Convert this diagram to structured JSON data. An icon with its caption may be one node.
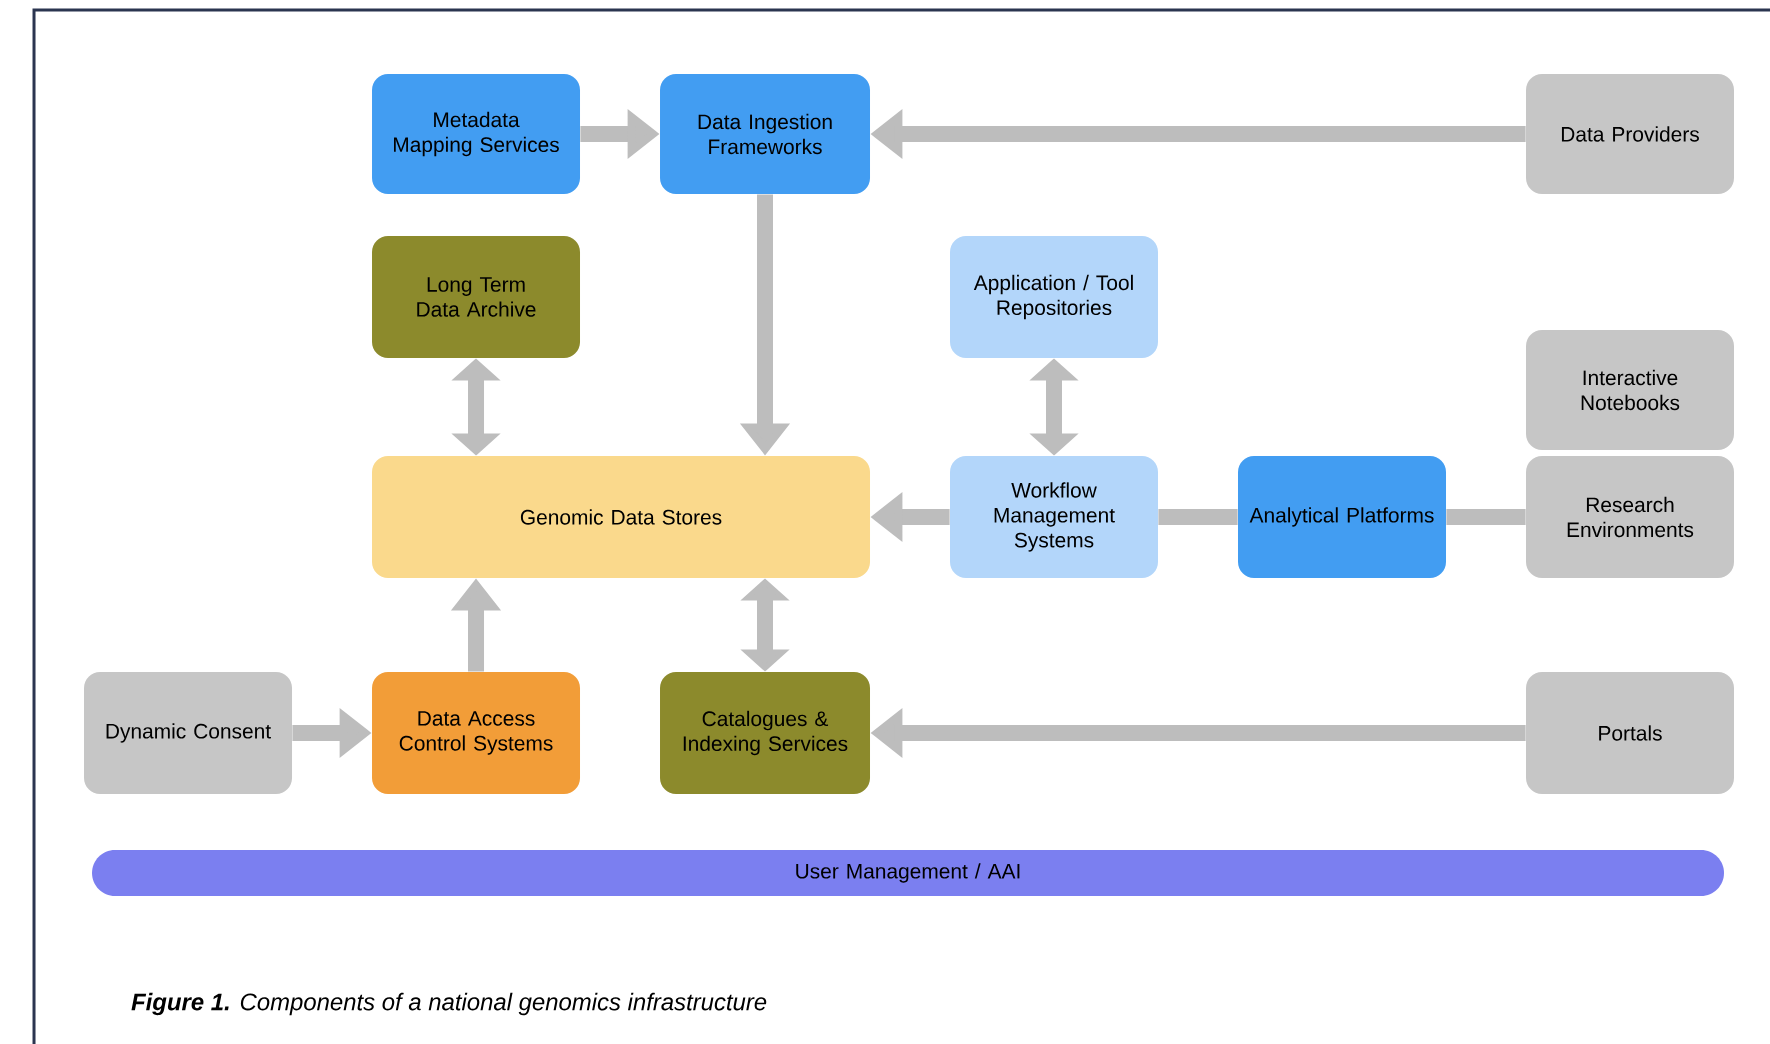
{
  "diagram": {
    "caption": "**Figure 1.** Components of a national genomics infrastructure",
    "nodes": [
      {
        "text": [
          "Metadata Mapping Services"
        ]
      },
      {
        "text": [
          "Data Ingestion Frameworks"
        ]
      },
      {
        "text": [
          "Data Providers"
        ]
      },
      {
        "text": [
          "Long Term Data Archive"
        ]
      },
      {
        "text": [
          "Application / Tool Repositories"
        ]
      },
      {
        "text": [
          "Interactive Notebooks"
        ]
      },
      {
        "text": [
          "Genomic Data Stores"
        ]
      },
      {
        "text": [
          "Workflow Management Systems"
        ]
      },
      {
        "text": [
          "Analytical Platforms"
        ]
      },
      {
        "text": [
          "Research Environments"
        ]
      },
      {
        "text": [
          "Dynamic Consent"
        ]
      },
      {
        "text": [
          "Data Access Control Systems"
        ]
      },
      {
        "text": [
          "Catalogues & Indexing Services"
        ]
      },
      {
        "text": [
          "Portals"
        ]
      },
      {
        "text": [
          "User Management / AAI"
        ]
      }
    ],
    "edges": [
      {
        "from": 0,
        "to": 1,
        "arrow": "to"
      },
      {
        "from": 2,
        "to": 1,
        "arrow": "to"
      },
      {
        "from": 1,
        "to": 6,
        "arrow": "to"
      },
      {
        "from": 3,
        "to": 6,
        "arrow": "both"
      },
      {
        "from": 4,
        "to": 7,
        "arrow": "both"
      },
      {
        "from": 7,
        "to": 6,
        "arrow": "to"
      },
      {
        "from": 8,
        "to": 7,
        "arrow": "none"
      },
      {
        "from": 9,
        "to": 8,
        "arrow": "none"
      },
      {
        "from": 10,
        "to": 11,
        "arrow": "to"
      },
      {
        "from": 11,
        "to": 6,
        "arrow": "to"
      },
      {
        "from": 12,
        "to": 6,
        "arrow": "both"
      },
      {
        "from": 13,
        "to": 12,
        "arrow": "to"
      }
    ]
  }
}
